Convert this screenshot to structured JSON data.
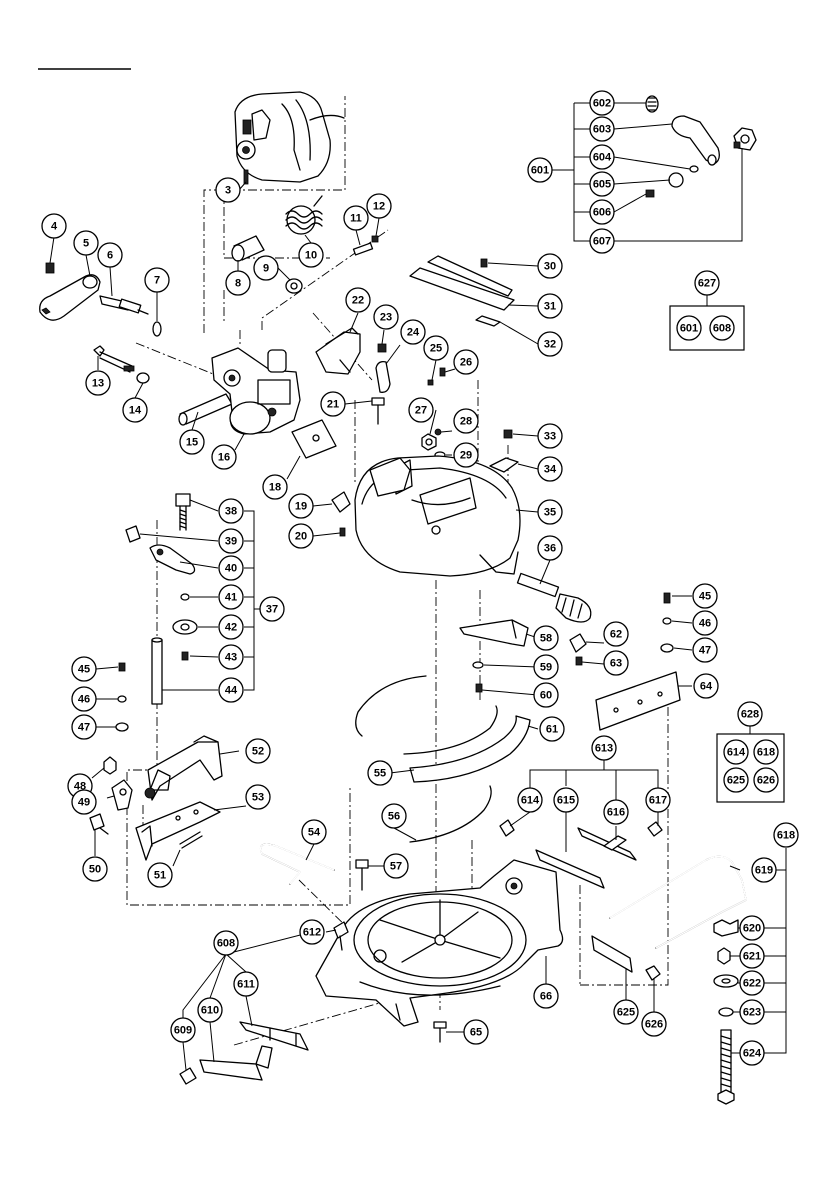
{
  "diagram": {
    "callouts": [
      "3",
      "4",
      "5",
      "6",
      "7",
      "8",
      "9",
      "10",
      "11",
      "12",
      "13",
      "14",
      "15",
      "16",
      "18",
      "19",
      "20",
      "21",
      "22",
      "23",
      "24",
      "25",
      "26",
      "27",
      "28",
      "29",
      "30",
      "31",
      "32",
      "33",
      "34",
      "35",
      "36",
      "37",
      "38",
      "39",
      "40",
      "41",
      "42",
      "43",
      "44",
      "45",
      "46",
      "47",
      "45",
      "46",
      "47",
      "48",
      "49",
      "50",
      "51",
      "52",
      "53",
      "54",
      "55",
      "56",
      "57",
      "58",
      "59",
      "60",
      "61",
      "62",
      "63",
      "64",
      "65",
      "66",
      "601",
      "602",
      "603",
      "604",
      "605",
      "606",
      "607",
      "608",
      "609",
      "610",
      "611",
      "612",
      "613",
      "614",
      "615",
      "616",
      "617",
      "618",
      "619",
      "620",
      "621",
      "622",
      "623",
      "624",
      "625",
      "626",
      "627",
      "628"
    ],
    "kit_627": [
      "601",
      "608"
    ],
    "kit_628": [
      "614",
      "618",
      "625",
      "626"
    ]
  }
}
